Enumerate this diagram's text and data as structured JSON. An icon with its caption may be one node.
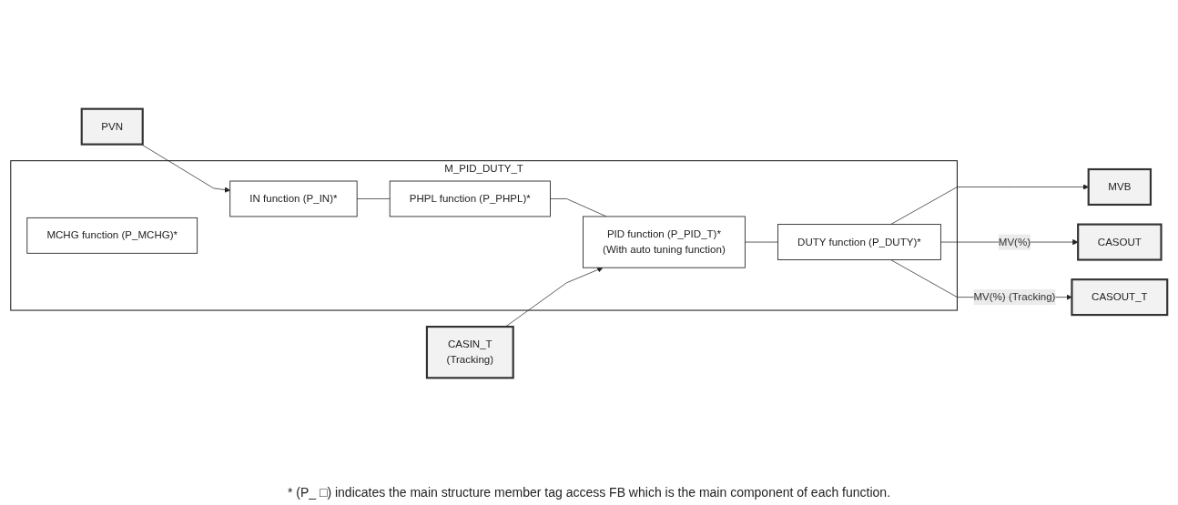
{
  "diagram": {
    "nodes": [
      {
        "text": [
          "M_PID_DUTY_T"
        ]
      },
      {
        "text": [
          "MCHG function (P_MCHG)*"
        ],
        "in": 0
      },
      {
        "text": [
          "PVN"
        ]
      },
      {
        "text": [
          "CASIN_T",
          "(Tracking)"
        ]
      },
      {
        "text": [
          "IN function (P_IN)*"
        ],
        "in": 0
      },
      {
        "text": [
          "PHPL function (P_PHPL)*"
        ],
        "in": 0
      },
      {
        "text": [
          "PID function (P_PID_T)*",
          "(With auto tuning function)"
        ],
        "in": 0
      },
      {
        "text": [
          "DUTY function (P_DUTY)*"
        ],
        "in": 0
      },
      {
        "text": [
          "MVB"
        ]
      },
      {
        "text": [
          "CASOUT"
        ]
      },
      {
        "text": [
          "CASOUT_T"
        ]
      }
    ],
    "edges": [
      {
        "from": 2,
        "to": 4,
        "arrow": "to"
      },
      {
        "from": 4,
        "to": 5,
        "arrow": "none"
      },
      {
        "from": 5,
        "to": 6,
        "arrow": "none"
      },
      {
        "from": 3,
        "to": 6,
        "arrow": "to"
      },
      {
        "from": 6,
        "to": 7,
        "arrow": "none"
      },
      {
        "from": 7,
        "to": 8,
        "arrow": "to"
      },
      {
        "from": 7,
        "to": 9,
        "arrow": "to",
        "label": "MV(%)"
      },
      {
        "from": 7,
        "to": 10,
        "arrow": "to",
        "label": "MV(%) (Tracking)"
      }
    ],
    "labels": [
      "* (P_ □) indicates the main structure member tag access FB which is the main component of each function."
    ]
  }
}
